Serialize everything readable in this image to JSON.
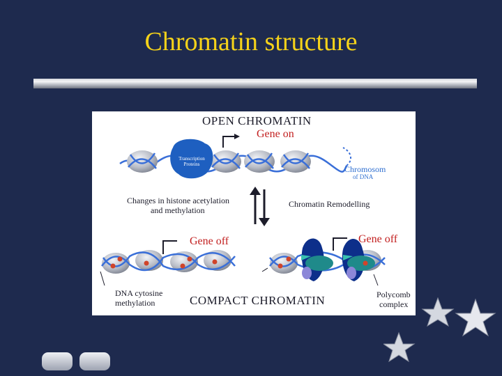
{
  "slide": {
    "title": "Chromatin structure"
  },
  "figure": {
    "open_chromatin": "OPEN CHROMATIN",
    "gene_on": "Gene on",
    "transcription_proteins": "Transcription Proteins",
    "chromosome": "Chromosom",
    "of_dna": "of DNA",
    "histone_changes_line1": "Changes in histone acetylation",
    "histone_changes_line2": "and methylation",
    "chromatin_remodelling": "Chromatin Remodelling",
    "gene_off_left": "Gene off",
    "gene_off_right": "Gene off",
    "dna_methylation_line1": "DNA cytosine",
    "dna_methylation_line2": "methylation",
    "compact_chromatin": "COMPACT CHROMATIN",
    "polycomb_line1": "Polycomb",
    "polycomb_line2": "complex"
  },
  "colors": {
    "background": "#1e2a4e",
    "title": "#f5d21a",
    "gene_label": "#c21f1f",
    "dna_strand": "#3a6fd8",
    "nucleosome": "#b8bcc6",
    "transcription_protein": "#1e5fc0",
    "methyl_mark": "#d0442a"
  },
  "icons": {
    "decoration": "star-icon",
    "navigation": "nav-button"
  }
}
